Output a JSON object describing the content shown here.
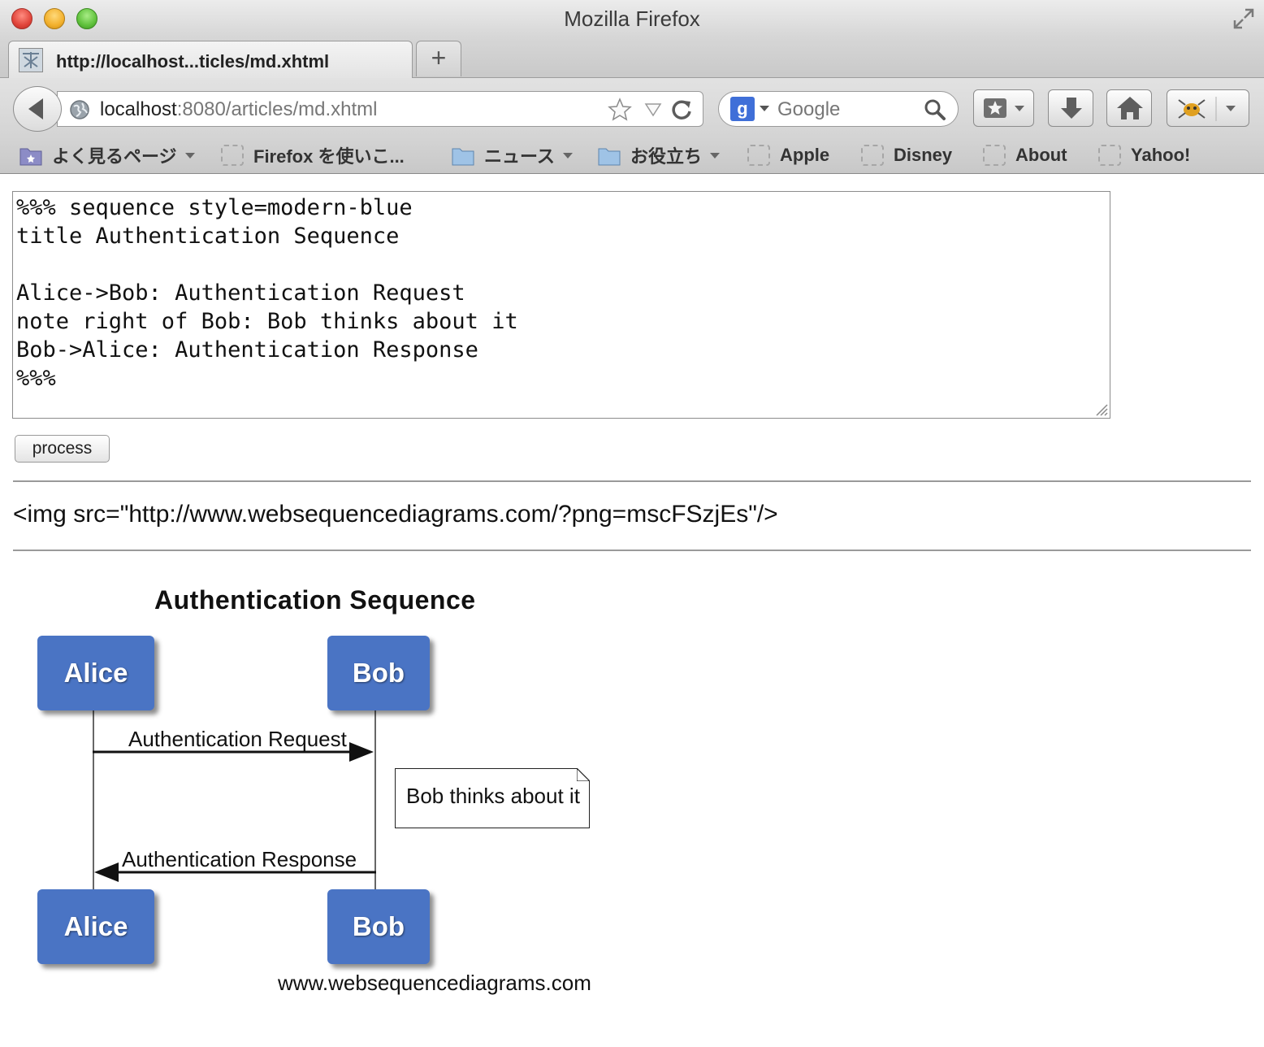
{
  "window": {
    "title": "Mozilla Firefox"
  },
  "tab": {
    "title": "http://localhost...ticles/md.xhtml",
    "new_tab_label": "+"
  },
  "navbar": {
    "url_host": "localhost",
    "url_rest": ":8080/articles/md.xhtml",
    "search_engine": "Google",
    "search_placeholder": "Google"
  },
  "bookmarks": [
    {
      "label": "よく見るページ",
      "icon": "smart-folder-icon",
      "dropdown": true
    },
    {
      "label": "Firefox を使いこ...",
      "icon": "blank-bookmark-icon",
      "dropdown": false
    },
    {
      "label": "ニュース",
      "icon": "folder-icon",
      "dropdown": true
    },
    {
      "label": "お役立ち",
      "icon": "folder-icon",
      "dropdown": true
    },
    {
      "label": "Apple",
      "icon": "blank-bookmark-icon",
      "dropdown": false
    },
    {
      "label": "Disney",
      "icon": "blank-bookmark-icon",
      "dropdown": false
    },
    {
      "label": "About",
      "icon": "blank-bookmark-icon",
      "dropdown": false
    },
    {
      "label": "Yahoo!",
      "icon": "blank-bookmark-icon",
      "dropdown": false
    }
  ],
  "editor": {
    "content": "%%% sequence style=modern-blue\ntitle Authentication Sequence\n\nAlice->Bob: Authentication Request\nnote right of Bob: Bob thinks about it\nBob->Alice: Authentication Response\n%%%"
  },
  "process_button": "process",
  "output_html": "<img src=\"http://www.websequencediagrams.com/?png=mscFSzjEs\"/>",
  "diagram": {
    "title": "Authentication Sequence",
    "actors": [
      "Alice",
      "Bob"
    ],
    "messages": [
      {
        "from": "Alice",
        "to": "Bob",
        "label": "Authentication Request"
      },
      {
        "from": "Bob",
        "to": "Alice",
        "label": "Authentication Response"
      }
    ],
    "note": {
      "position": "right of Bob",
      "text": "Bob thinks about it"
    },
    "credit": "www.websequencediagrams.com",
    "accent_color": "#4a74c4"
  }
}
